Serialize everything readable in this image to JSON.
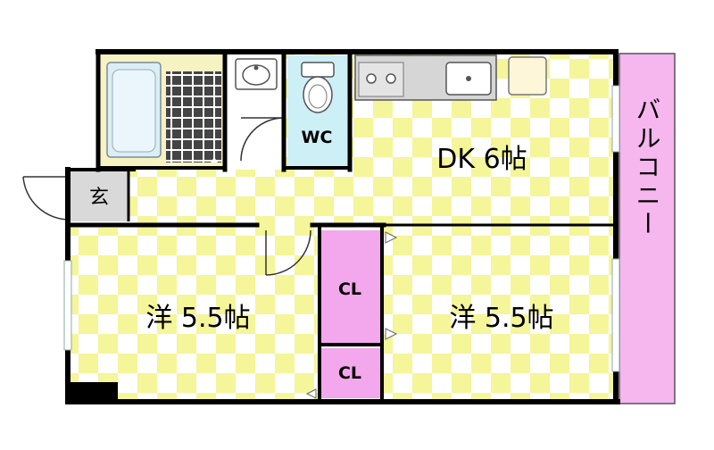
{
  "rooms": {
    "dk": {
      "label": "DK 6帖"
    },
    "western_left": {
      "label": "洋 5.5帖"
    },
    "western_right": {
      "label": "洋 5.5帖"
    },
    "toilet": {
      "label": "WC"
    },
    "entrance": {
      "label": "玄"
    },
    "closet_upper": {
      "label": "CL"
    },
    "closet_lower": {
      "label": "CL"
    },
    "balcony": {
      "label": "バルコニー"
    }
  },
  "colors": {
    "floor_yellow": "#f5f59a",
    "floor_white": "#ffffff",
    "closet_pink": "#f3a7ec",
    "balcony_pink": "#f6b6ee",
    "toilet_blue": "#cdeff6",
    "bath_cream": "#f7f2c2",
    "entrance_gray": "#d9d9d9",
    "wall": "#000000"
  }
}
